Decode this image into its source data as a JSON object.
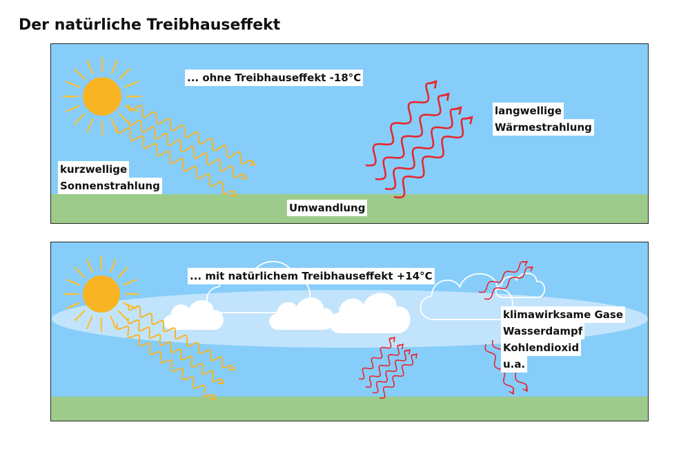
{
  "title": "Der natürliche Treibhauseffekt",
  "panel_top": {
    "heading": "... ohne Treibhauseffekt -18°C",
    "shortwave_label": [
      "kurzwellige",
      "Sonnenstrahlung"
    ],
    "longwave_label": [
      "langwellige",
      "Wärmestrahlung"
    ],
    "conversion_label": "Umwandlung"
  },
  "panel_bottom": {
    "heading": "... mit natürlichem Treibhauseffekt +14°C",
    "gas_labels": [
      "klimawirksame Gase",
      "Wasserdampf",
      "Kohlendioxid",
      "u.a."
    ]
  },
  "colors": {
    "sky": "#86cdfa",
    "ground": "#9ccb8b",
    "sun": "#f9b423",
    "sun_ray": "#f9c23a",
    "heat_arrow": "#e8262b",
    "atmosphere_band": "#cbe8fb"
  }
}
